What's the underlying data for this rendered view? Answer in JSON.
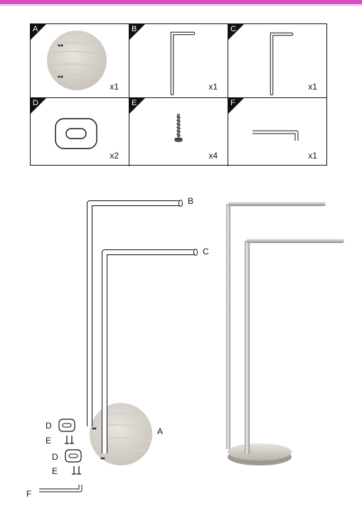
{
  "parts": [
    {
      "letter": "A",
      "qty": "x1",
      "icon": "round-wooden-base"
    },
    {
      "letter": "B",
      "qty": "x1",
      "icon": "tall-l-bar"
    },
    {
      "letter": "C",
      "qty": "x1",
      "icon": "short-l-bar"
    },
    {
      "letter": "D",
      "qty": "x2",
      "icon": "washer-plate"
    },
    {
      "letter": "E",
      "qty": "x4",
      "icon": "screw"
    },
    {
      "letter": "F",
      "qty": "x1",
      "icon": "allen-key"
    }
  ],
  "assembly": {
    "label_b": "B",
    "label_c": "C",
    "label_a": "A",
    "label_d1": "D",
    "label_e1": "E",
    "label_d2": "D",
    "label_e2": "E",
    "label_f": "F"
  },
  "colors": {
    "accent_bar": "#d94fc0",
    "frame": "#111111",
    "steel": "#c9c9c9",
    "wood": "#d8d4cc"
  }
}
